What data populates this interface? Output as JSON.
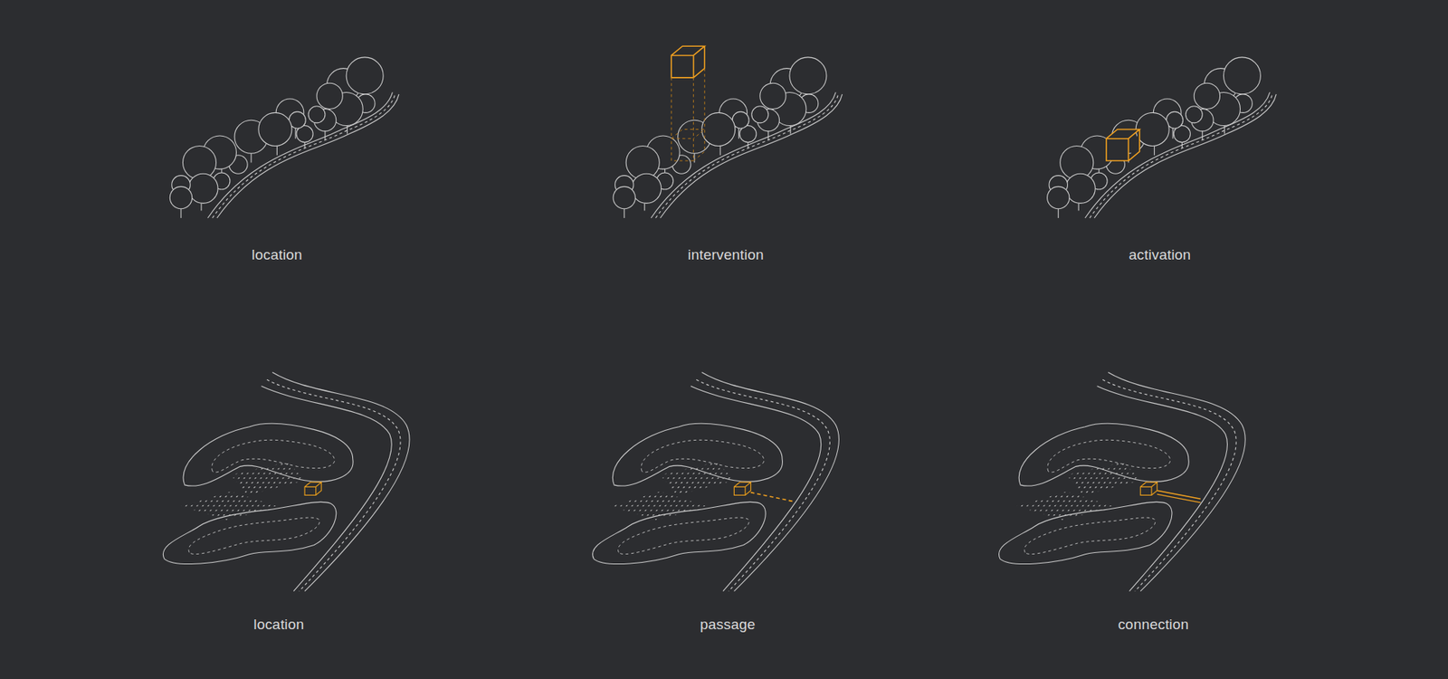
{
  "diagram": {
    "labels": [
      "location",
      "intervention",
      "activation",
      "location",
      "passage",
      "connection"
    ]
  }
}
